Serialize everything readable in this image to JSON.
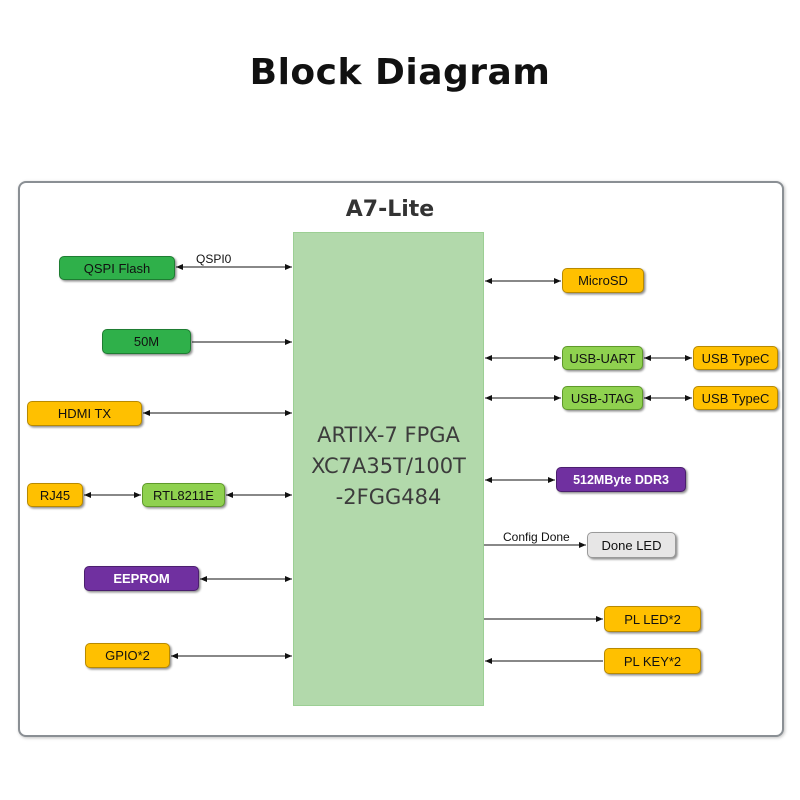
{
  "title": "Block Diagram",
  "board_name": "A7-Lite",
  "fpga": {
    "lines": [
      "ARTIX-7 FPGA",
      "XC7A35T/100T",
      "-2FGG484"
    ]
  },
  "blocks": {
    "qspi_flash": "QSPI Flash",
    "clock_50m": "50M",
    "hdmi_tx": "HDMI TX",
    "rj45": "RJ45",
    "rtl8211e": "RTL8211E",
    "eeprom": "EEPROM",
    "gpio": "GPIO*2",
    "microsd": "MicroSD",
    "usb_uart": "USB-UART",
    "usb_typec_1": "USB TypeC",
    "usb_jtag": "USB-JTAG",
    "usb_typec_2": "USB TypeC",
    "ddr3": "512MByte DDR3",
    "done_led": "Done LED",
    "pl_led": "PL LED*2",
    "pl_key": "PL KEY*2"
  },
  "wire_labels": {
    "qspi": "QSPI0",
    "config_done": "Config Done"
  },
  "colors": {
    "fpga": "#b2d9ab",
    "green": "#2fb04a",
    "lime": "#8fd14f",
    "orange": "#ffc000",
    "purple": "#7030a0",
    "gray": "#e7e6e6"
  }
}
